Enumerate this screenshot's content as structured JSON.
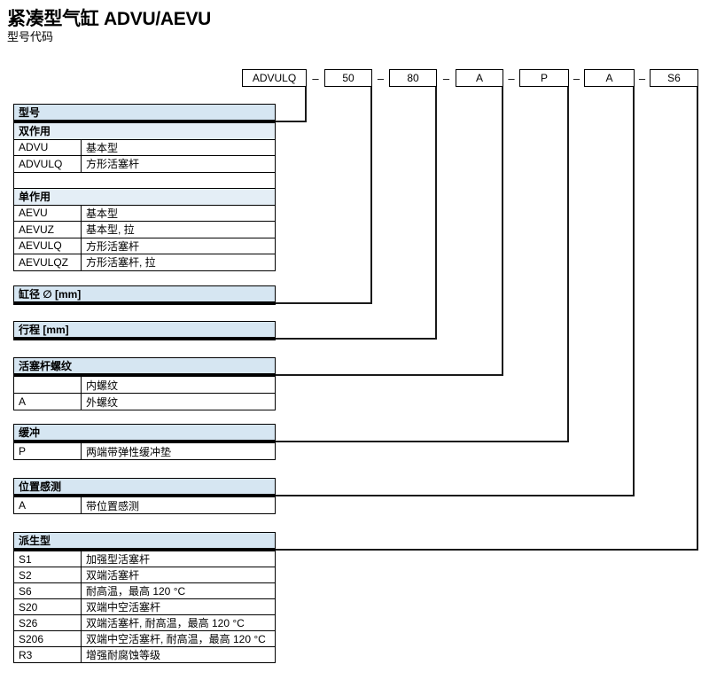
{
  "header": {
    "title": "紧凑型气缸 ADVU/AEVU",
    "subtitle": "型号代码"
  },
  "code": {
    "boxes": [
      "ADVULQ",
      "50",
      "80",
      "A",
      "P",
      "A",
      "S6"
    ],
    "separator": "–"
  },
  "sections": [
    {
      "title": "型号",
      "rows": [
        {
          "type": "subheader",
          "text": "双作用"
        },
        {
          "type": "item",
          "code": "ADVU",
          "desc": "基本型"
        },
        {
          "type": "item",
          "code": "ADVULQ",
          "desc": "方形活塞杆"
        },
        {
          "type": "spacer"
        },
        {
          "type": "subheader",
          "text": "单作用"
        },
        {
          "type": "item",
          "code": "AEVU",
          "desc": "基本型"
        },
        {
          "type": "item",
          "code": "AEVUZ",
          "desc": "基本型, 拉"
        },
        {
          "type": "item",
          "code": "AEVULQ",
          "desc": "方形活塞杆"
        },
        {
          "type": "item",
          "code": "AEVULQZ",
          "desc": "方形活塞杆, 拉"
        }
      ]
    },
    {
      "title": "缸径 ∅ [mm]",
      "rows": []
    },
    {
      "title": "行程 [mm]",
      "rows": []
    },
    {
      "title": "活塞杆螺纹",
      "rows": [
        {
          "type": "item",
          "code": "",
          "desc": "内螺纹"
        },
        {
          "type": "item",
          "code": "A",
          "desc": "外螺纹"
        }
      ]
    },
    {
      "title": "缓冲",
      "rows": [
        {
          "type": "item",
          "code": "P",
          "desc": "两端带弹性缓冲垫"
        }
      ]
    },
    {
      "title": "位置感测",
      "rows": [
        {
          "type": "item",
          "code": "A",
          "desc": "带位置感测"
        }
      ]
    },
    {
      "title": "派生型",
      "rows": [
        {
          "type": "item",
          "code": "S1",
          "desc": "加强型活塞杆"
        },
        {
          "type": "item",
          "code": "S2",
          "desc": "双端活塞杆"
        },
        {
          "type": "item",
          "code": "S6",
          "desc": "耐高温，最高 120 °C"
        },
        {
          "type": "item",
          "code": "S20",
          "desc": "双端中空活塞杆"
        },
        {
          "type": "item",
          "code": "S26",
          "desc": "双端活塞杆, 耐高温，最高 120 °C"
        },
        {
          "type": "item",
          "code": "S206",
          "desc": "双端中空活塞杆, 耐高温，最高 120 °C"
        },
        {
          "type": "item",
          "code": "R3",
          "desc": "增强耐腐蚀等级"
        }
      ]
    }
  ],
  "colors": {
    "header_bg": "#d6e6f2",
    "subheader_bg": "#e4eef6",
    "line": "#1a1a1a"
  }
}
